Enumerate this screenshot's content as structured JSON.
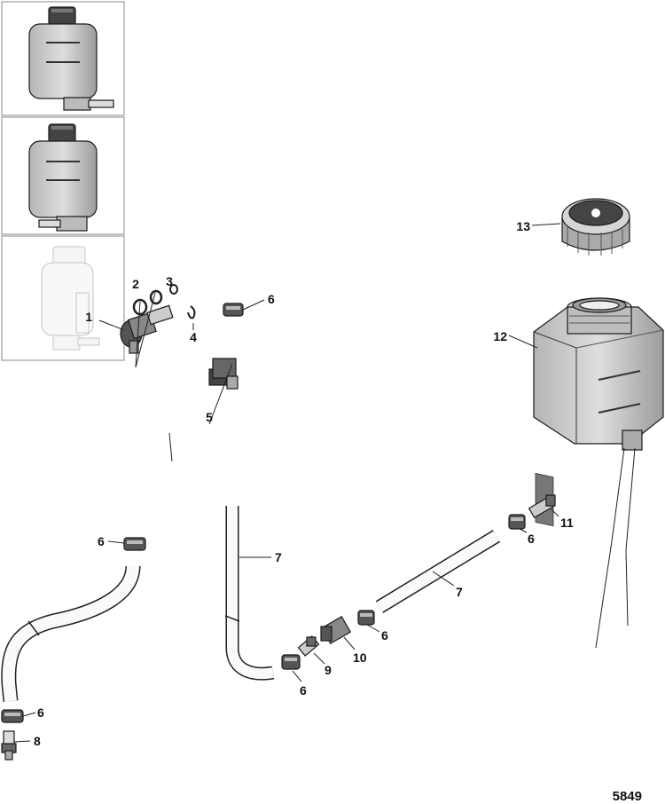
{
  "callouts": [
    {
      "id": "c1",
      "text": "1"
    },
    {
      "id": "c2",
      "text": "2"
    },
    {
      "id": "c3",
      "text": "3"
    },
    {
      "id": "c4",
      "text": "4"
    },
    {
      "id": "c5",
      "text": "5"
    },
    {
      "id": "c6a",
      "text": "6"
    },
    {
      "id": "c6b",
      "text": "6"
    },
    {
      "id": "c6c",
      "text": "6"
    },
    {
      "id": "c6d",
      "text": "6"
    },
    {
      "id": "c6e",
      "text": "6"
    },
    {
      "id": "c6f",
      "text": "6"
    },
    {
      "id": "c7a",
      "text": "7"
    },
    {
      "id": "c7b",
      "text": "7"
    },
    {
      "id": "c8",
      "text": "8"
    },
    {
      "id": "c9",
      "text": "9"
    },
    {
      "id": "c10",
      "text": "10"
    },
    {
      "id": "c11",
      "text": "11"
    },
    {
      "id": "c12",
      "text": "12"
    },
    {
      "id": "c13",
      "text": "13"
    }
  ],
  "figure_number": "5849",
  "colors": {
    "line": "#1a1a1a",
    "part_dark": "#3a3a3a",
    "part_mid": "#9a9a9a",
    "part_light": "#d6d6d6",
    "tank_fill": "#bdbdbd",
    "inset_border": "#888888"
  }
}
